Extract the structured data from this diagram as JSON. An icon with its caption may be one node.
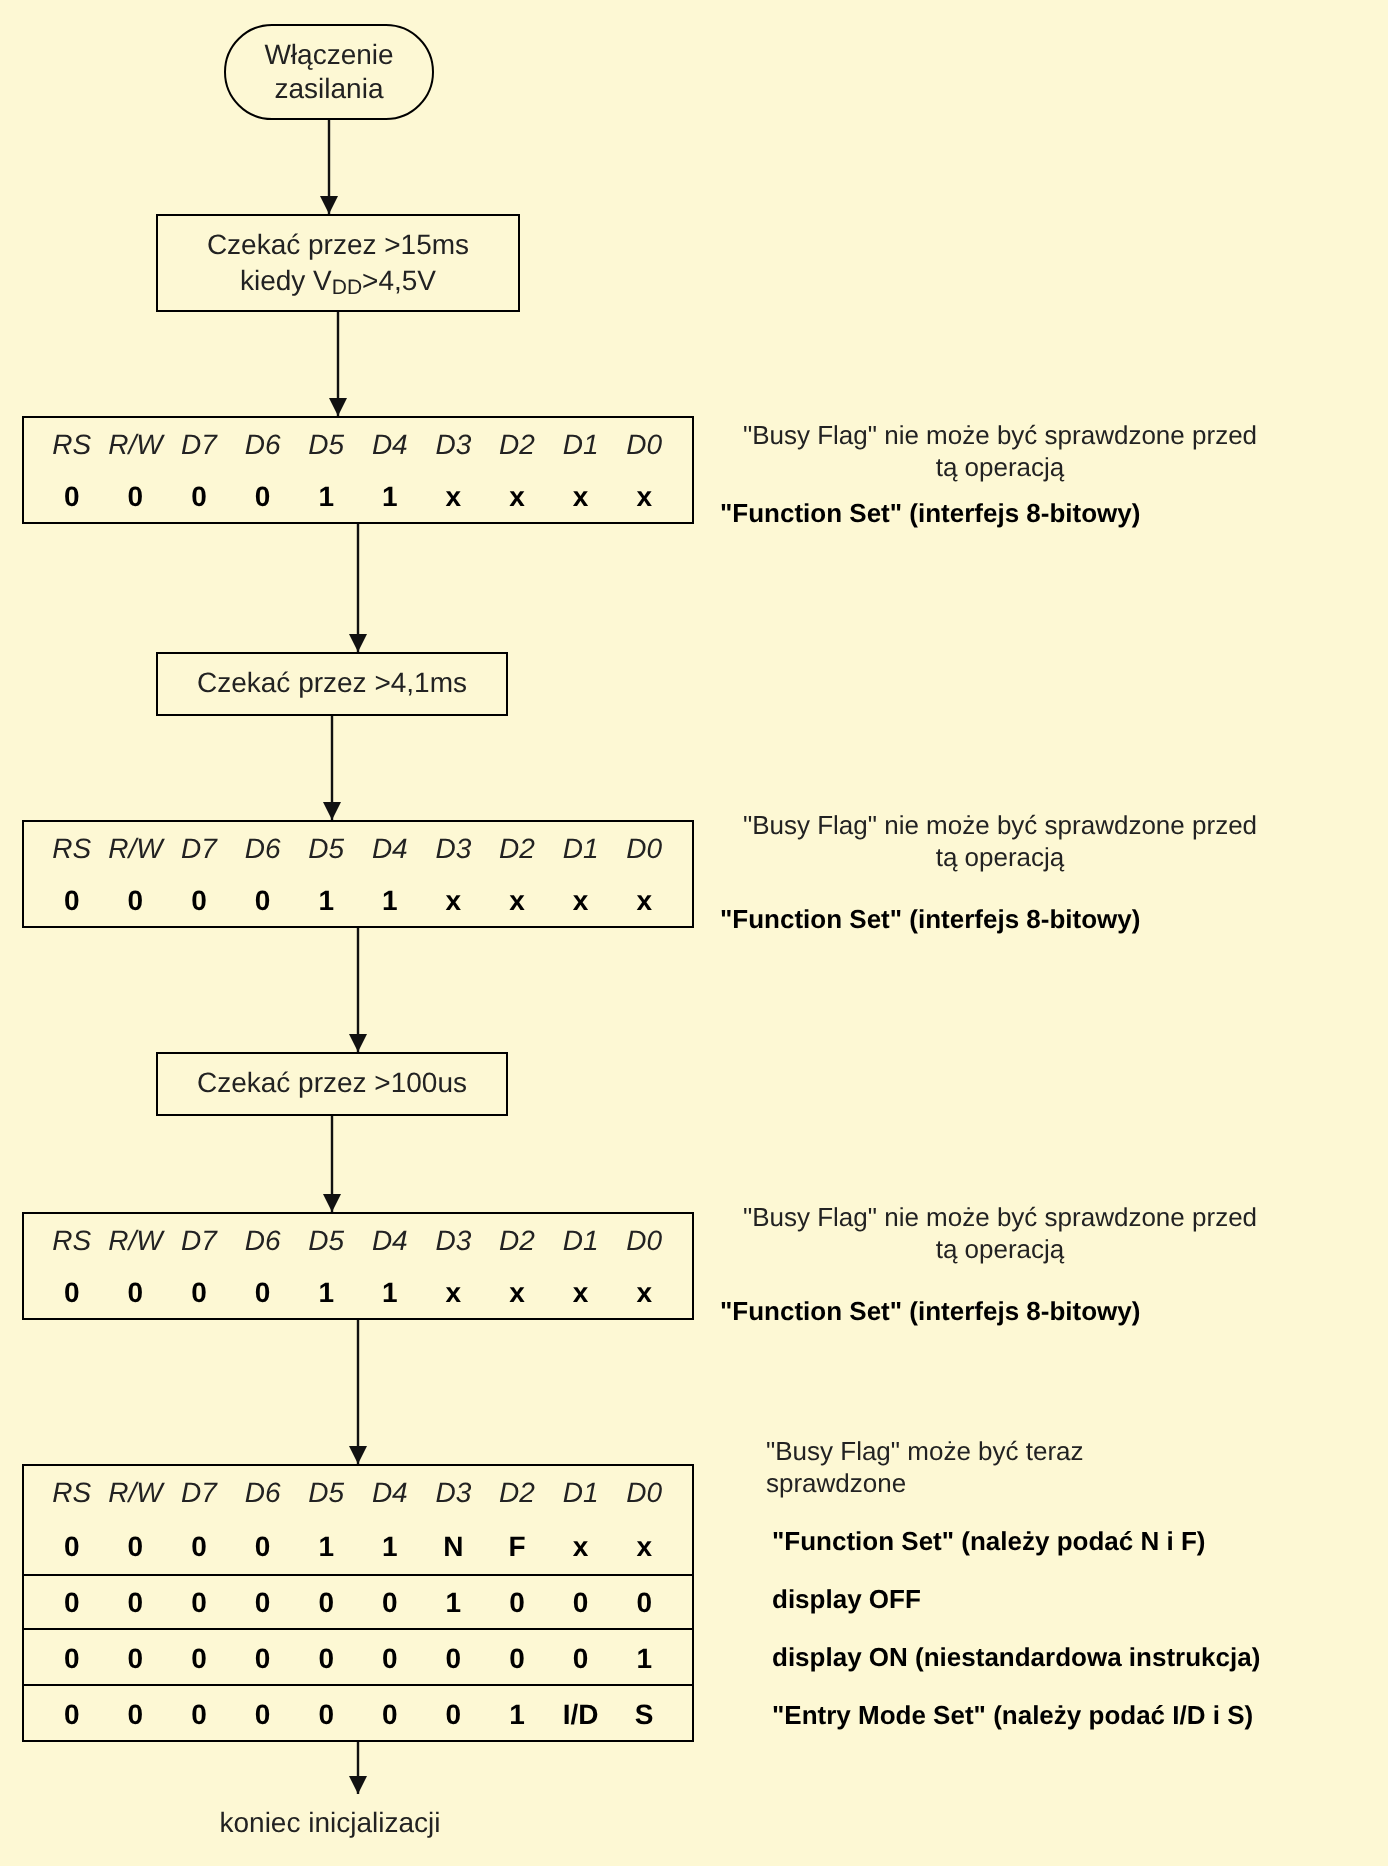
{
  "diagram": {
    "nodes": [
      {
        "text": [
          "Włączenie zasilania"
        ]
      },
      {
        "text": [
          "Czekać przez >15ms kiedy V$_{DD}$>4,5V"
        ]
      },
      {
        "text": [
          "RS",
          "R/W",
          "D7",
          "D6",
          "D5",
          "D4",
          "D3",
          "D2",
          "D1",
          "D0",
          "0",
          "0",
          "0",
          "0",
          "1",
          "1",
          "x",
          "x",
          "x",
          "x"
        ],
        "beside": [
          "\"Busy Flag\" nie może być sprawdzone przed tą operacją",
          "\"Function Set\" (interfejs 8-bitowy)"
        ]
      },
      {
        "text": [
          "Czekać przez >4,1ms"
        ]
      },
      {
        "text": [
          "RS",
          "R/W",
          "D7",
          "D6",
          "D5",
          "D4",
          "D3",
          "D2",
          "D1",
          "D0",
          "0",
          "0",
          "0",
          "0",
          "1",
          "1",
          "x",
          "x",
          "x",
          "x"
        ],
        "beside": [
          "\"Busy Flag\" nie może być sprawdzone przed tą operacją",
          "\"Function Set\" (interfejs 8-bitowy)"
        ]
      },
      {
        "text": [
          "Czekać przez >100us"
        ]
      },
      {
        "text": [
          "RS",
          "R/W",
          "D7",
          "D6",
          "D5",
          "D4",
          "D3",
          "D2",
          "D1",
          "D0",
          "0",
          "0",
          "0",
          "0",
          "1",
          "1",
          "x",
          "x",
          "x",
          "x"
        ],
        "beside": [
          "\"Busy Flag\" nie może być sprawdzone przed tą operacją",
          "\"Function Set\" (interfejs 8-bitowy)"
        ]
      },
      {
        "text": [
          "RS",
          "R/W",
          "D7",
          "D6",
          "D5",
          "D4",
          "D3",
          "D2",
          "D1",
          "D0",
          "0",
          "0",
          "0",
          "0",
          "1",
          "1",
          "N",
          "F",
          "x",
          "x",
          "0",
          "0",
          "0",
          "0",
          "0",
          "0",
          "1",
          "0",
          "0",
          "0",
          "0",
          "0",
          "0",
          "0",
          "0",
          "0",
          "0",
          "0",
          "0",
          "1",
          "0",
          "0",
          "0",
          "0",
          "0",
          "0",
          "0",
          "1",
          "I/D",
          "S"
        ],
        "beside": [
          "\"Busy Flag\" może być teraz sprawdzone",
          "\"Function Set\" (należy podać N i F)",
          "display OFF",
          "display ON (niestandardowa instrukcja)",
          "\"Entry Mode Set\" (należy podać I/D i S)"
        ]
      },
      {
        "text": [
          "koniec inicjalizacji"
        ]
      }
    ],
    "edges": [
      {
        "from": 0,
        "to": 1,
        "arrow": "to"
      },
      {
        "from": 1,
        "to": 2,
        "arrow": "to"
      },
      {
        "from": 2,
        "to": 3,
        "arrow": "to"
      },
      {
        "from": 3,
        "to": 4,
        "arrow": "to"
      },
      {
        "from": 4,
        "to": 5,
        "arrow": "to"
      },
      {
        "from": 5,
        "to": 6,
        "arrow": "to"
      },
      {
        "from": 6,
        "to": 7,
        "arrow": "to"
      },
      {
        "from": 7,
        "to": 8,
        "arrow": "to"
      }
    ]
  }
}
